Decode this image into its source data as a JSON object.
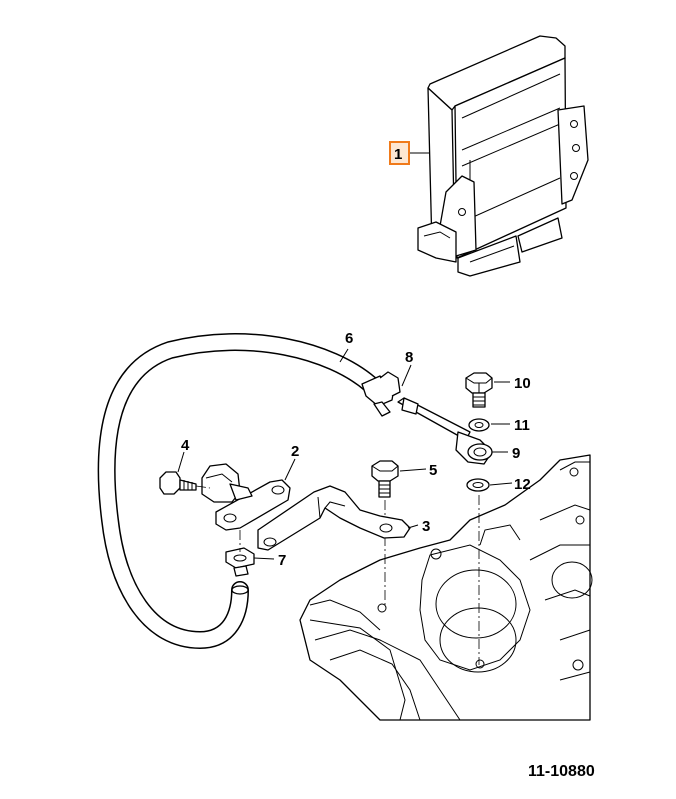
{
  "callouts": [
    {
      "id": "1",
      "label": "1",
      "highlighted": true
    },
    {
      "id": "2",
      "label": "2"
    },
    {
      "id": "3",
      "label": "3"
    },
    {
      "id": "4",
      "label": "4"
    },
    {
      "id": "5",
      "label": "5"
    },
    {
      "id": "6",
      "label": "6"
    },
    {
      "id": "7",
      "label": "7"
    },
    {
      "id": "8",
      "label": "8"
    },
    {
      "id": "9",
      "label": "9"
    },
    {
      "id": "10",
      "label": "10"
    },
    {
      "id": "11",
      "label": "11"
    },
    {
      "id": "12",
      "label": "12"
    }
  ],
  "figure_id": "11-10880",
  "colors": {
    "highlight_border": "#f07a1a",
    "highlight_fill": "#fde7d3",
    "line": "#000000"
  }
}
